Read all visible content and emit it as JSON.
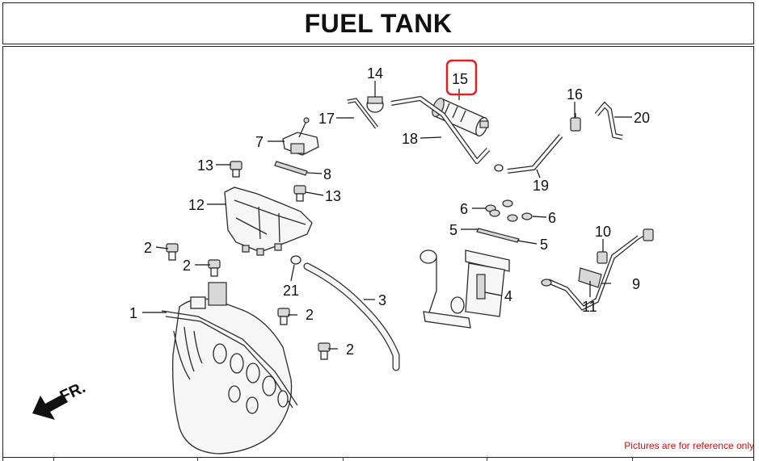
{
  "title": "FUEL TANK",
  "disclaimer": "Pictures are for reference only",
  "direction_label": "FR.",
  "highlight_color": "#e02020",
  "callouts": {
    "c1": "1",
    "c2a": "2",
    "c2b": "2",
    "c2c": "2",
    "c2d": "2",
    "c3": "3",
    "c4": "4",
    "c5a": "5",
    "c5b": "5",
    "c6a": "6",
    "c6b": "6",
    "c7": "7",
    "c8": "8",
    "c9": "9",
    "c10": "10",
    "c11": "11",
    "c12": "12",
    "c13a": "13",
    "c13b": "13",
    "c14": "14",
    "c15": "15",
    "c16": "16",
    "c17": "17",
    "c18": "18",
    "c19": "19",
    "c20": "20",
    "c21": "21"
  }
}
